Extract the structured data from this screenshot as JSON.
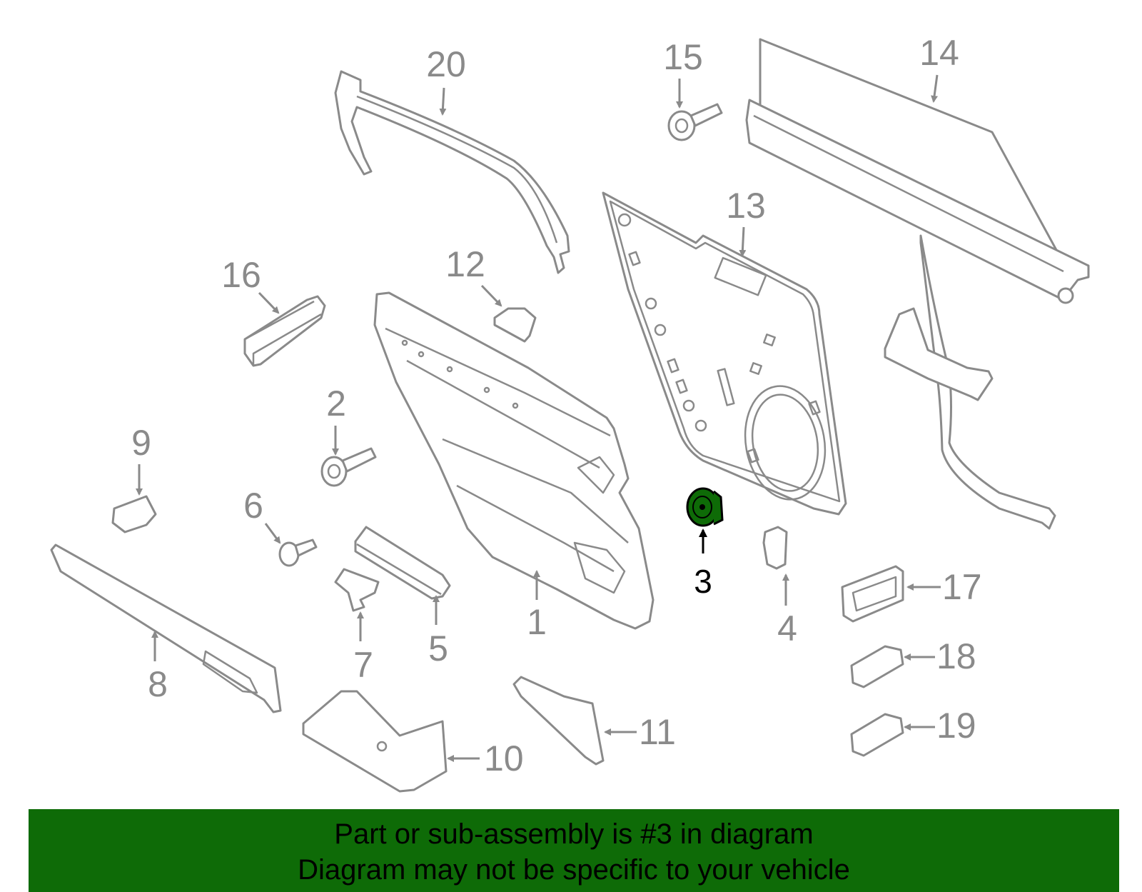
{
  "diagram": {
    "highlight_color": "#0e6b07",
    "callouts": {
      "c1": "1",
      "c2": "2",
      "c3": "3",
      "c4": "4",
      "c5": "5",
      "c6": "6",
      "c7": "7",
      "c8": "8",
      "c9": "9",
      "c10": "10",
      "c11": "11",
      "c12": "12",
      "c13": "13",
      "c14": "14",
      "c15": "15",
      "c16": "16",
      "c17": "17",
      "c18": "18",
      "c19": "19",
      "c20": "20"
    }
  },
  "banner": {
    "line1": "Part or sub-assembly is #3 in diagram",
    "line2": "Diagram may not be specific to your vehicle"
  }
}
